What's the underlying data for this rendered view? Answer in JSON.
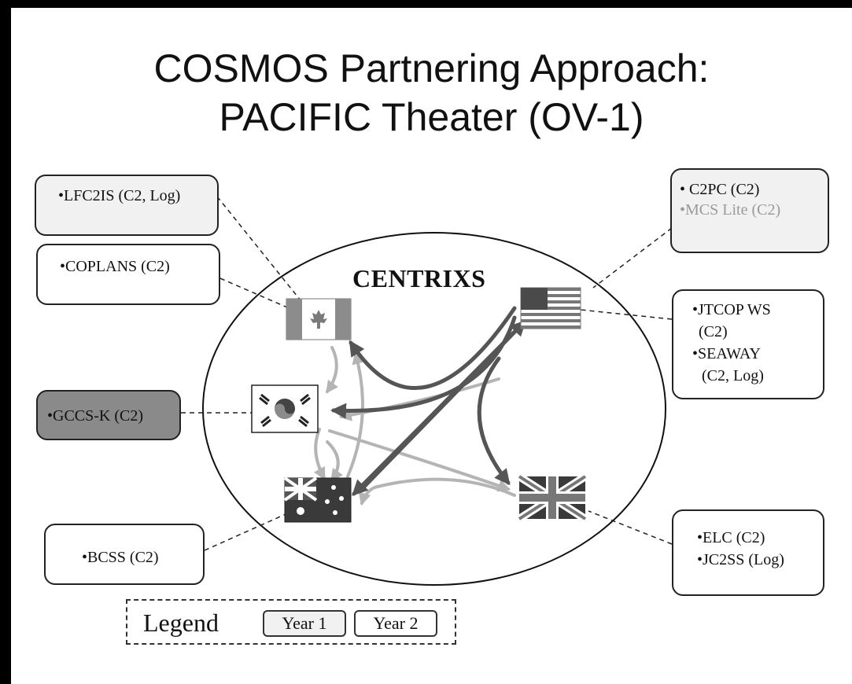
{
  "slide": {
    "title_line1": "COSMOS Partnering Approach:",
    "title_line2": "PACIFIC Theater (OV-1)"
  },
  "network": {
    "label": "CENTRIXS"
  },
  "boxes": {
    "canada_top": [
      "•LFC2IS (C2, Log)"
    ],
    "canada_bottom": [
      "•COPLANS (C2)"
    ],
    "korea": [
      "•GCCS-K (C2)"
    ],
    "australia": [
      "•BCSS (C2)"
    ],
    "usa_top": [
      "• C2PC (C2)",
      "•MCS Lite (C2)"
    ],
    "usa_right": [
      "•JTCOP WS",
      "(C2)",
      "•SEAWAY",
      "(C2, Log)"
    ],
    "uk": [
      "•ELC (C2)",
      "•JC2SS (Log)"
    ]
  },
  "flags": [
    "Canada",
    "United States",
    "South Korea",
    "Australia",
    "United Kingdom"
  ],
  "legend": {
    "label": "Legend",
    "year1": "Year 1",
    "year2": "Year 2"
  },
  "colors": {
    "year1_arrow": "#b4b4b4",
    "year2_arrow": "#555555",
    "year1_box": "#f1f1f1",
    "year2_box": "#ffffff",
    "korea_box": "#8a8a8a"
  }
}
